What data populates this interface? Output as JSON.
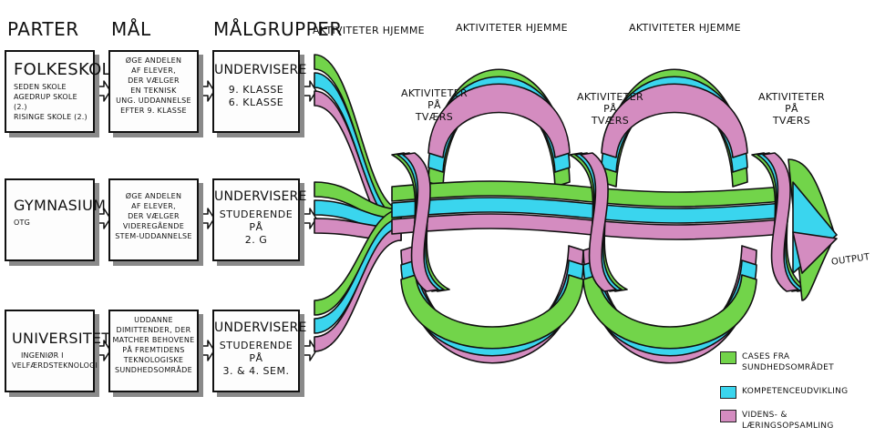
{
  "headers": {
    "parter": "PARTER",
    "maal": "MÅL",
    "maalgrupper": "MÅLGRUPPER"
  },
  "activities": {
    "home_1": "AKTIVITETER HJEMME",
    "home_2": "AKTIVITETER HJEMME",
    "home_3": "AKTIVITETER HJEMME",
    "across_1": [
      "AKTIVITETER",
      "PÅ",
      "TVÆRS"
    ],
    "across_2": [
      "AKTIVITETER",
      "PÅ",
      "TVÆRS"
    ],
    "across_3": [
      "AKTIVITETER",
      "PÅ",
      "TVÆRS"
    ]
  },
  "rows": [
    {
      "party": {
        "name": "FOLKESKOLE",
        "lines": [
          "SEDEN SKOLE",
          "AGEDRUP SKOLE (2.)",
          "RISINGE SKOLE (2.)"
        ]
      },
      "goal": [
        "ØGE ANDELEN",
        "AF ELEVER,",
        "DER VÆLGER",
        "EN TEKNISK",
        "UNG. UDDANNELSE",
        "EFTER 9. KLASSE"
      ],
      "target": {
        "title": "UNDERVISERE",
        "lines": [
          "9. KLASSE",
          "6. KLASSE"
        ]
      }
    },
    {
      "party": {
        "name": "GYMNASIUM",
        "lines": [
          "OTG"
        ]
      },
      "goal": [
        "ØGE ANDELEN",
        "AF ELEVER,",
        "DER VÆLGER",
        "VIDEREGÅENDE",
        "STEM-UDDANNELSE"
      ],
      "target": {
        "title": "UNDERVISERE",
        "lines": [
          "STUDERENDE",
          "PÅ",
          "2. G"
        ]
      }
    },
    {
      "party": {
        "name": "UNIVERSITET",
        "lines": [
          "INGENIØR I",
          "VELFÆRDSTEKNOLOGI"
        ]
      },
      "goal": [
        "UDDANNE",
        "DIMITTENDER, DER",
        "MATCHER BEHOVENE",
        "PÅ FREMTIDENS",
        "TEKNOLOGISKE",
        "SUNDHEDSOMRÅDE"
      ],
      "target": {
        "title": "UNDERVISERE",
        "lines": [
          "STUDERENDE",
          "PÅ",
          "3. & 4. SEM."
        ]
      }
    }
  ],
  "legend": [
    {
      "label": [
        "CASES FRA",
        "SUNDHEDSOMRÅDET"
      ],
      "color": "#72d44a"
    },
    {
      "label": [
        "KOMPETENCEUDVIKLING"
      ],
      "color": "#3ad5ee"
    },
    {
      "label": [
        "VIDENS- &",
        "LÆRINGSOPSAMLING"
      ],
      "color": "#d48cc0"
    }
  ],
  "output_label": "OUTPUT",
  "colors": {
    "green": "#72d44a",
    "cyan": "#3ad5ee",
    "pink": "#d48cc0",
    "ink": "#111111",
    "shadow": "#8a8a8a"
  }
}
